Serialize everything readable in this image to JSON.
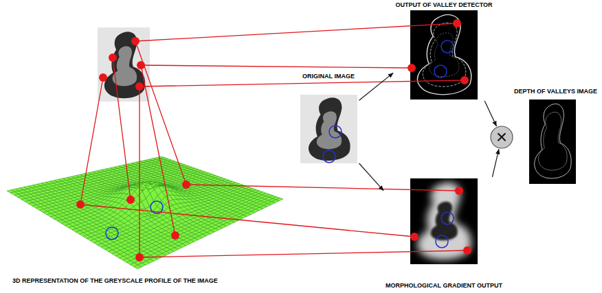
{
  "diagram": {
    "nodes": [
      {
        "text": [
          "ORIGINAL IMAGE"
        ]
      },
      {
        "text": [
          "OUTPUT OF VALLEY DETECTOR"
        ]
      },
      {
        "text": [
          "MORPHOLOGICAL GRADIENT OUTPUT"
        ]
      },
      {
        "text": [
          "×"
        ]
      },
      {
        "text": [
          "DEPTH OF VALLEYS IMAGE"
        ]
      },
      {
        "text": [
          "3D REPRESENTATION OF THE GREYSCALE PROFILE OF THE IMAGE"
        ]
      }
    ],
    "edges": [
      {
        "from": 0,
        "to": 1,
        "arrow": "to"
      },
      {
        "from": 0,
        "to": 2,
        "arrow": "to"
      },
      {
        "from": 1,
        "to": 3,
        "arrow": "to"
      },
      {
        "from": 2,
        "to": 3,
        "arrow": "to"
      }
    ]
  }
}
